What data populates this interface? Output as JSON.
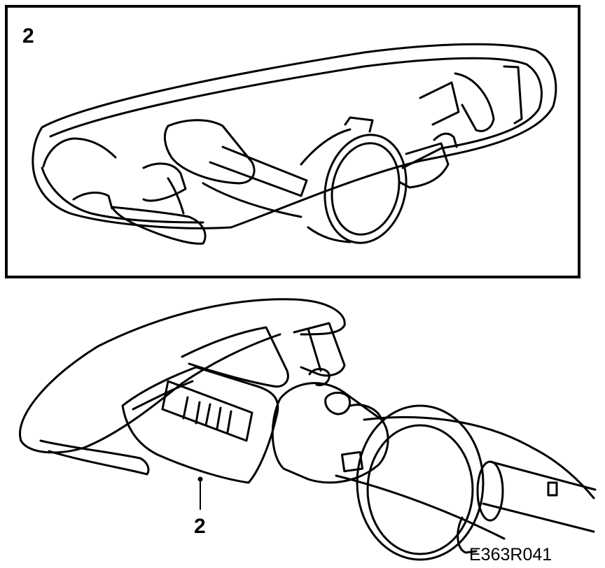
{
  "top_panel": {
    "label": "2"
  },
  "bottom_panel": {
    "callout_label": "2"
  },
  "figure_code": "E363R041",
  "colors": {
    "line": "#000000",
    "background": "#ffffff"
  }
}
